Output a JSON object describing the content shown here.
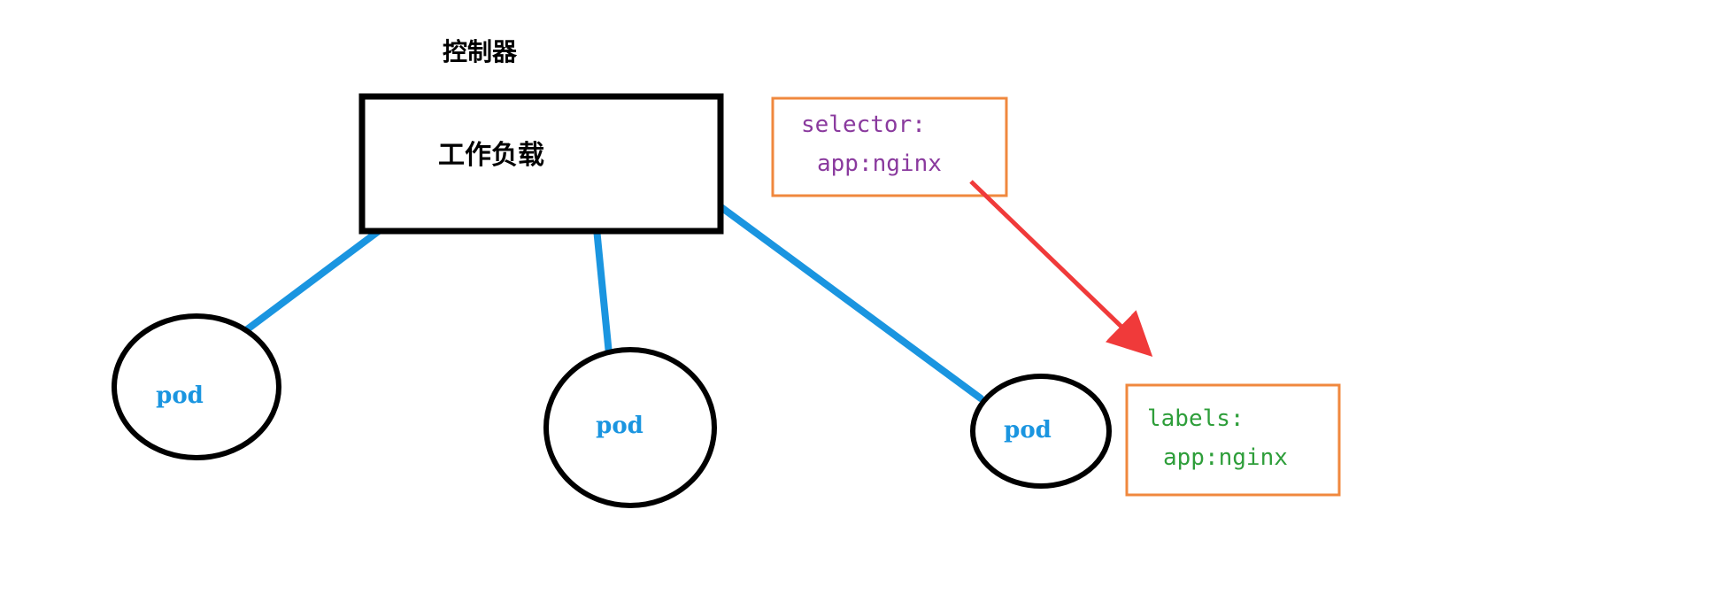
{
  "title": "控制器",
  "workload": {
    "label": "工作负载"
  },
  "selector": {
    "line1": "selector:",
    "line2": "app:nginx"
  },
  "labels": {
    "line1": "labels:",
    "line2": "app:nginx"
  },
  "pods": [
    {
      "label": "pod"
    },
    {
      "label": "pod"
    },
    {
      "label": "pod"
    }
  ],
  "colors": {
    "connector": "#1a95e0",
    "pod_text": "#1a95e0",
    "box_border": "#f0883e",
    "selector_text": "#8a3a9e",
    "labels_text": "#2e9e3a",
    "arrow": "#f03a3a",
    "outline": "#000000"
  }
}
